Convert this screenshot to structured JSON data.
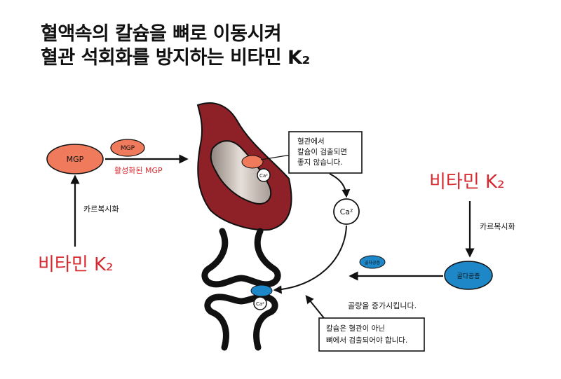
{
  "title": {
    "line1": "혈액속의 칼슘을 뼈로 이동시켜",
    "line2": "혈관 석회화를 방지하는 비타민 K₂"
  },
  "colors": {
    "red": "#d6282e",
    "orange": "#ef7a5c",
    "blue": "#1e87c8",
    "artery": "#8e2128",
    "plaque": "#c9bdb5"
  },
  "left": {
    "mgp_label": "MGP",
    "mgp_small_label": "MGP",
    "activated_label": "활성화된 MGP",
    "carboxylation_label": "카르복시화",
    "vitamin_label": "비타민 K₂"
  },
  "artery": {
    "ca_label": "Ca²",
    "callout_line1": "혈관에서",
    "callout_line2": "칼슘이 검출되면",
    "callout_line3": "좋지 않습니다."
  },
  "center": {
    "free_ca_label": "Ca²"
  },
  "right": {
    "vitamin_label": "비타민 K₂",
    "carboxylation_label": "카르복시화",
    "osteocalcin_label": "골다공증",
    "osteocalcin_small_label": "골다공증",
    "bone_increase_label": "골량을 증가시킵니다."
  },
  "bone": {
    "ca_label": "Ca²",
    "callout_line1": "칼슘은 혈관이 아닌",
    "callout_line2": "뼈에서 검출되어야 합니다."
  }
}
